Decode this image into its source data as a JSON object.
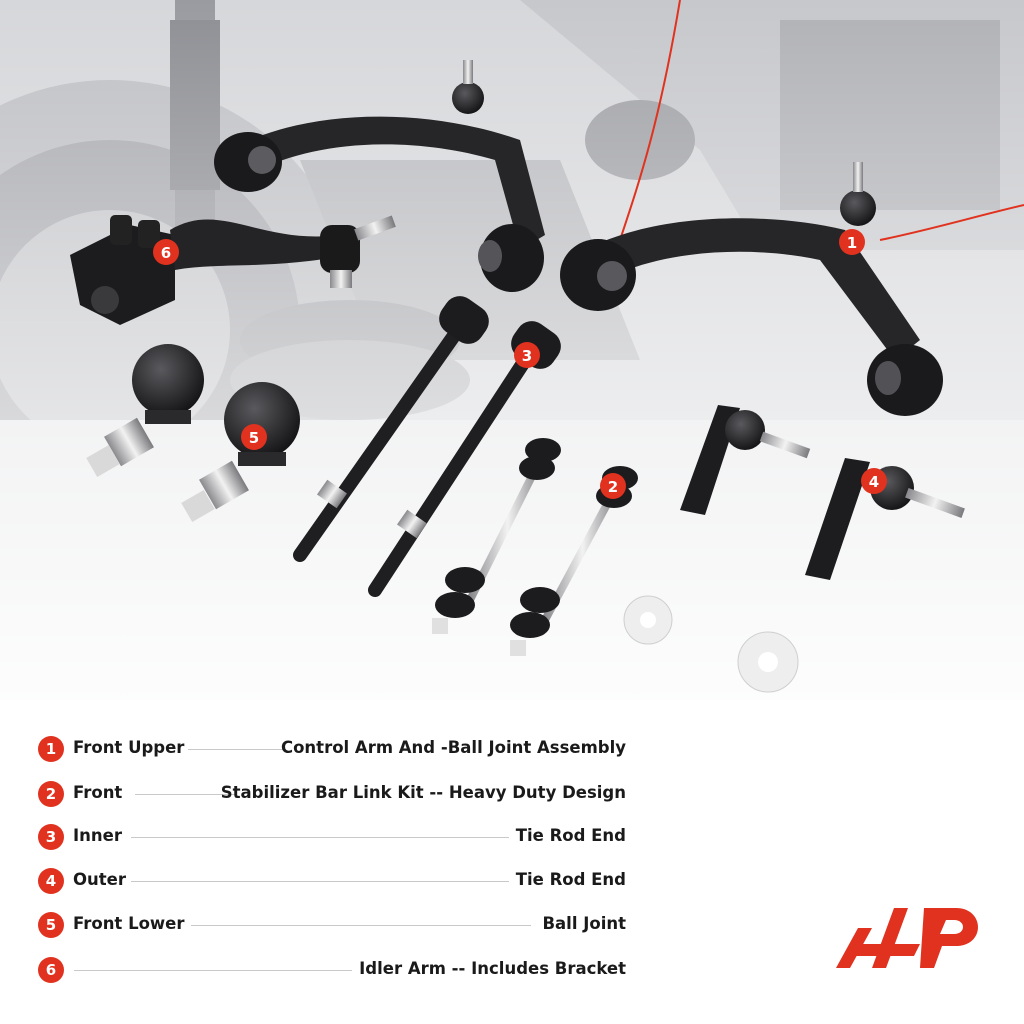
{
  "colors": {
    "accent": "#e0321f",
    "part_dark": "#1d1d1f",
    "background_vehicle": "#c8c9cc"
  },
  "callouts": [
    {
      "number": "1",
      "part": "front-upper-control-arm"
    },
    {
      "number": "2",
      "part": "stabilizer-bar-link"
    },
    {
      "number": "3",
      "part": "inner-tie-rod-end"
    },
    {
      "number": "4",
      "part": "outer-tie-rod-end"
    },
    {
      "number": "5",
      "part": "front-lower-ball-joint"
    },
    {
      "number": "6",
      "part": "idler-arm"
    }
  ],
  "legend": [
    {
      "number": "1",
      "left": "Front Upper",
      "right": "Control Arm And -Ball Joint Assembly"
    },
    {
      "number": "2",
      "left": "Front",
      "right": "Stabilizer Bar Link Kit -- Heavy Duty Design"
    },
    {
      "number": "3",
      "left": "Inner",
      "right": "Tie Rod End"
    },
    {
      "number": "4",
      "left": "Outer",
      "right": "Tie Rod End"
    },
    {
      "number": "5",
      "left": "Front Lower",
      "right": "Ball Joint"
    },
    {
      "number": "6",
      "left": "",
      "right": "Idler Arm -- Includes Bracket"
    }
  ],
  "logo": {
    "name": "a-premium-logo"
  }
}
